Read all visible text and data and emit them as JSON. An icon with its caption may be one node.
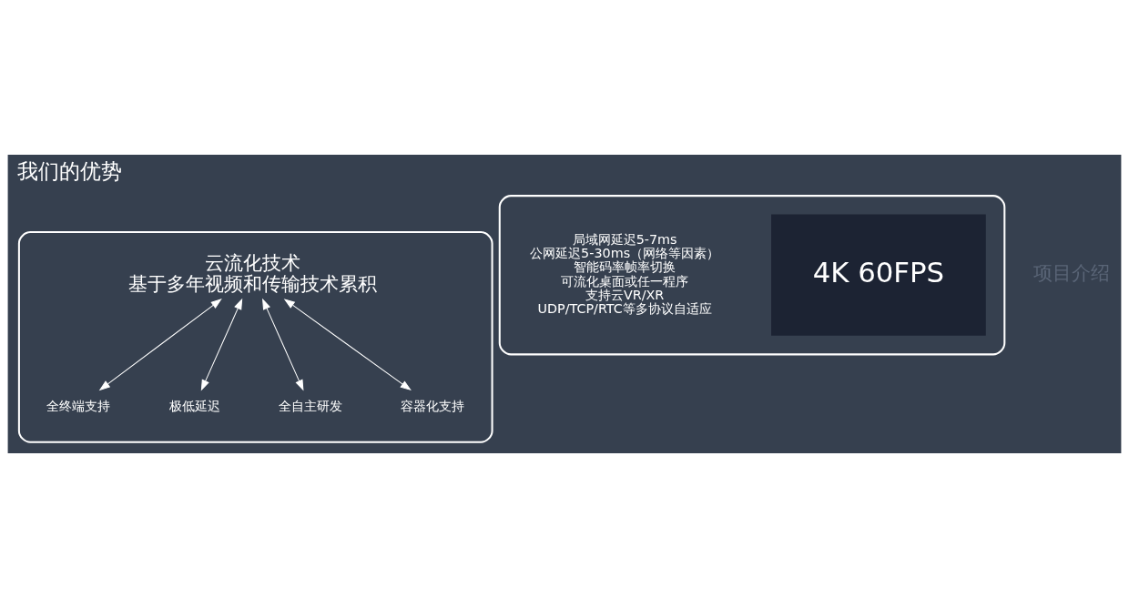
{
  "diagram": {
    "title": "我们的优势",
    "nodes": [
      {
        "text": [],
        "shape": "box"
      },
      {
        "text": [
          "云流化技术",
          "基于多年视频和传输技术累积"
        ],
        "in": 0
      },
      {
        "text": [
          "全终端支持"
        ],
        "in": 0
      },
      {
        "text": [
          "极低延迟"
        ],
        "in": 0
      },
      {
        "text": [
          "全自主研发"
        ],
        "in": 0
      },
      {
        "text": [
          "容器化支持"
        ],
        "in": 0
      },
      {
        "text": [],
        "shape": "box"
      },
      {
        "text": [
          "4K 60FPS"
        ],
        "in": 6
      },
      {
        "text": [
          "局域网延迟5-7ms",
          "公网延迟5-30ms（网络等因素）",
          "智能码率帧率切换",
          "可流化桌面或任一程序",
          "支持云VR/XR",
          "UDP/TCP/RTC等多协议自适应"
        ],
        "in": 6
      }
    ],
    "edges": [
      {
        "from": 1,
        "to": 2,
        "arrow": "both"
      },
      {
        "from": 1,
        "to": 3,
        "arrow": "both"
      },
      {
        "from": 1,
        "to": 4,
        "arrow": "both"
      },
      {
        "from": 1,
        "to": 5,
        "arrow": "both"
      }
    ],
    "labels": [
      "项目介绍"
    ]
  }
}
